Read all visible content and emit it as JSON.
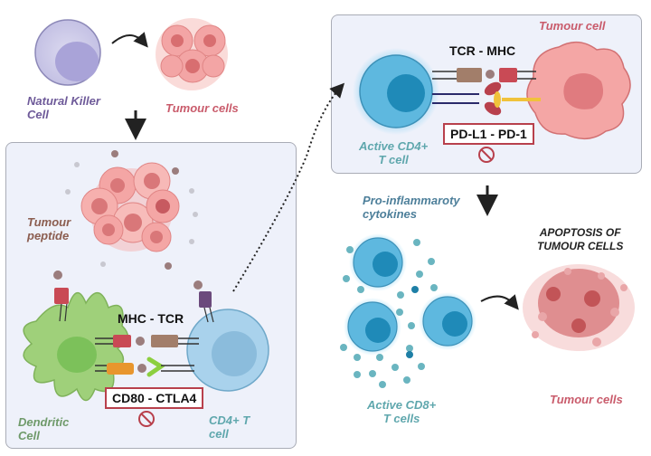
{
  "labels": {
    "natural_killer": "Natural Killer\nCell",
    "tumour_cells_top": "Tumour cells",
    "tumour_peptide": "Tumour\npeptide",
    "dendritic_cell": "Dendritic\nCell",
    "cd4_t_cell": "CD4+ T\ncell",
    "tumour_cell": "Tumour cell",
    "active_cd4": "Active CD4+\nT cell",
    "pro_inflammatory": "Pro-inflammaroty\ncytokines",
    "active_cd8": "Active CD8+\nT cells",
    "apoptosis": "APOPTOSIS OF\nTUMOUR CELLS",
    "tumour_cells_bottom": "Tumour cells"
  },
  "interactions": {
    "mhc_tcr": "MHC - TCR",
    "cd80_ctla4": "CD80 - CTLA4",
    "tcr_mhc": "TCR - MHC",
    "pdl1_pd1": "PD-L1 - PD-1"
  },
  "icons": {
    "blocked": "prohibited-icon",
    "arrow": "arrow-icon"
  },
  "colors": {
    "panel_bg": "#eef1fa",
    "panel_border": "#a9acb6",
    "block_red": "#b8404c",
    "nk_cell": "#c9c6e8",
    "tumour": "#f19a9a",
    "dendritic": "#9fd07a",
    "t_cell": "#8fc6e6",
    "t_cell_active": "#4aa9d6"
  }
}
